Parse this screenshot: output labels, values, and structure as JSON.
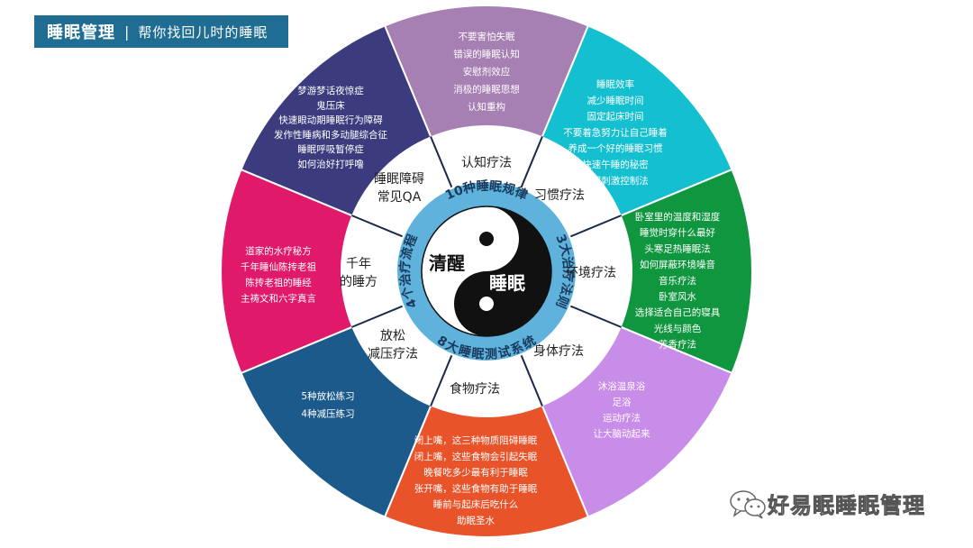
{
  "header": {
    "title": "睡眠管理",
    "separator": "|",
    "subtitle": "帮你找回儿时的睡眠"
  },
  "watermark": {
    "text": "好易眠睡眠管理",
    "icon": "wechat-icon"
  },
  "center": {
    "left_text": "清醒",
    "right_text": "睡眠",
    "ring_top": "10种睡眠规律",
    "ring_right": "3大治疗法则",
    "ring_bottom": "8大睡眠测试系统",
    "ring_left": "4个治疗流程"
  },
  "colors": {
    "header": "#1f6d93",
    "ring": "#5eb2dc",
    "cognitive": "#a67fb3",
    "habit": "#14bfd0",
    "environment": "#10963f",
    "body": "#c88ce9",
    "food": "#e8532a",
    "relax": "#1d5a8c",
    "ancient": "#e0196a",
    "qa": "#3b3b7d"
  },
  "sectors": [
    {
      "id": "cognitive",
      "label": [
        "认知疗法"
      ],
      "items": [
        "不要害怕失眠",
        "错误的睡眠认知",
        "安慰剂效应",
        "消极的睡眠思想",
        "认知重构"
      ]
    },
    {
      "id": "habit",
      "label": [
        "习惯疗法"
      ],
      "items": [
        "睡眠效率",
        "减少睡眠时间",
        "固定起床时间",
        "不要着急努力让自己睡着",
        "养成一个好的睡眠习惯",
        "快速午睡的秘密",
        "睡眠刺激控制法"
      ]
    },
    {
      "id": "environment",
      "label": [
        "环境疗法"
      ],
      "items": [
        "卧室里的温度和湿度",
        "睡觉时穿什么最好",
        "头寒足热睡眠法",
        "如何屏蔽环境噪音",
        "音乐疗法",
        "卧室风水",
        "选择适合自己的寝具",
        "光线与颜色",
        "芳香疗法"
      ]
    },
    {
      "id": "body",
      "label": [
        "身体疗法"
      ],
      "items": [
        "沐浴温泉浴",
        "足浴",
        "运动疗法",
        "让大脑动起来"
      ]
    },
    {
      "id": "food",
      "label": [
        "食物疗法"
      ],
      "items": [
        "闭上嘴，这三种物质阻碍睡眠",
        "闭上嘴，这些食物会引起失眠",
        "晚餐吃多少最有利于睡眠",
        "张开嘴，这些食物有助于睡眠",
        "睡前与起床后吃什么",
        "助眠圣水"
      ]
    },
    {
      "id": "relax",
      "label": [
        "放松",
        "减压疗法"
      ],
      "items": [
        "5种放松练习",
        "4种减压练习"
      ]
    },
    {
      "id": "ancient",
      "label": [
        "千年",
        "的睡方"
      ],
      "items": [
        "道家的水疗秘方",
        "千年睡仙陈抟老祖",
        "陈抟老祖的睡经",
        "主祷文和六字真言"
      ]
    },
    {
      "id": "qa",
      "label": [
        "睡眠障碍",
        "常见QA"
      ],
      "items": [
        "梦游梦话夜惊症",
        "鬼压床",
        "快速眼动期睡眠行为障碍",
        "发作性睡病和多动腿综合征",
        "睡眠呼吸暂停症",
        "如何治好打呼噜"
      ]
    }
  ]
}
